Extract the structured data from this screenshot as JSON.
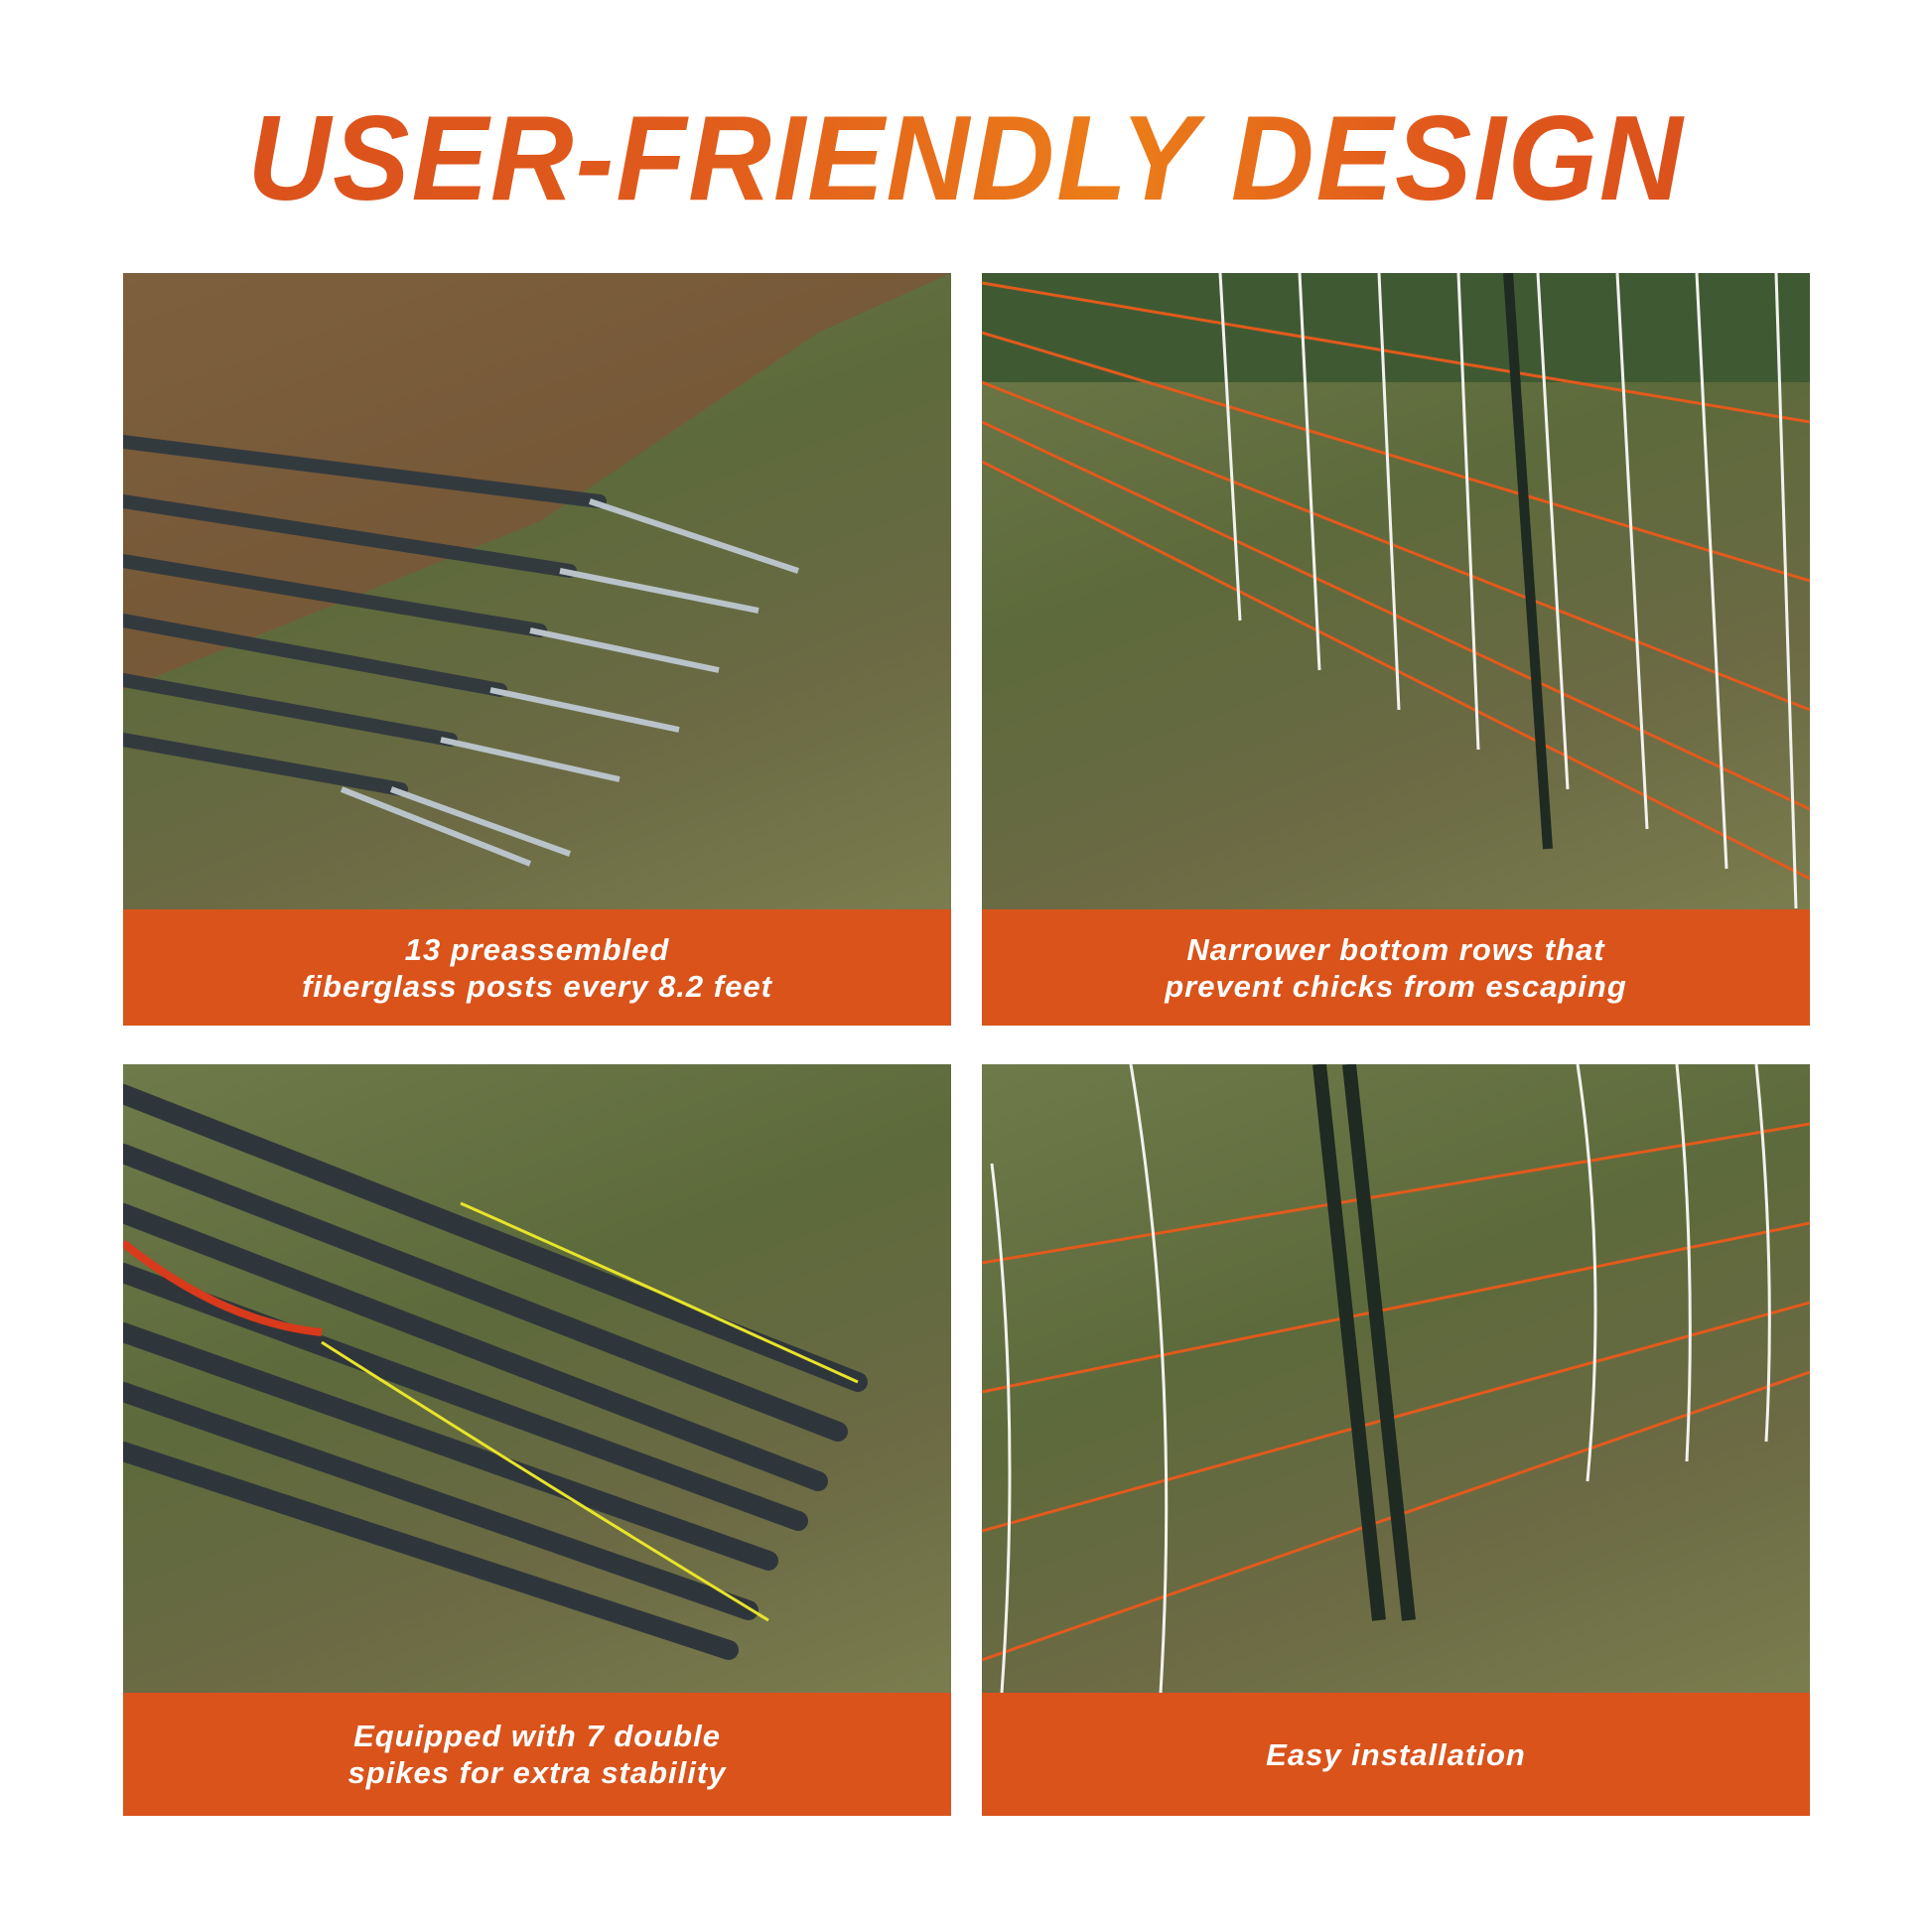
{
  "title": "USER-FRIENDLY DESIGN",
  "panels": [
    {
      "caption_lines": [
        "13 preassembled",
        "fiberglass posts every 8.2 feet"
      ]
    },
    {
      "caption_lines": [
        "Narrower bottom rows that",
        "prevent chicks from escaping"
      ]
    },
    {
      "caption_lines": [
        "Equipped with 7 double",
        "spikes for extra stability"
      ]
    },
    {
      "caption_lines": [
        "Easy installation"
      ]
    }
  ],
  "colors": {
    "accent": "#d9531b",
    "title_gradient_mid": "#ec7d19",
    "grass": "#6b7444"
  }
}
